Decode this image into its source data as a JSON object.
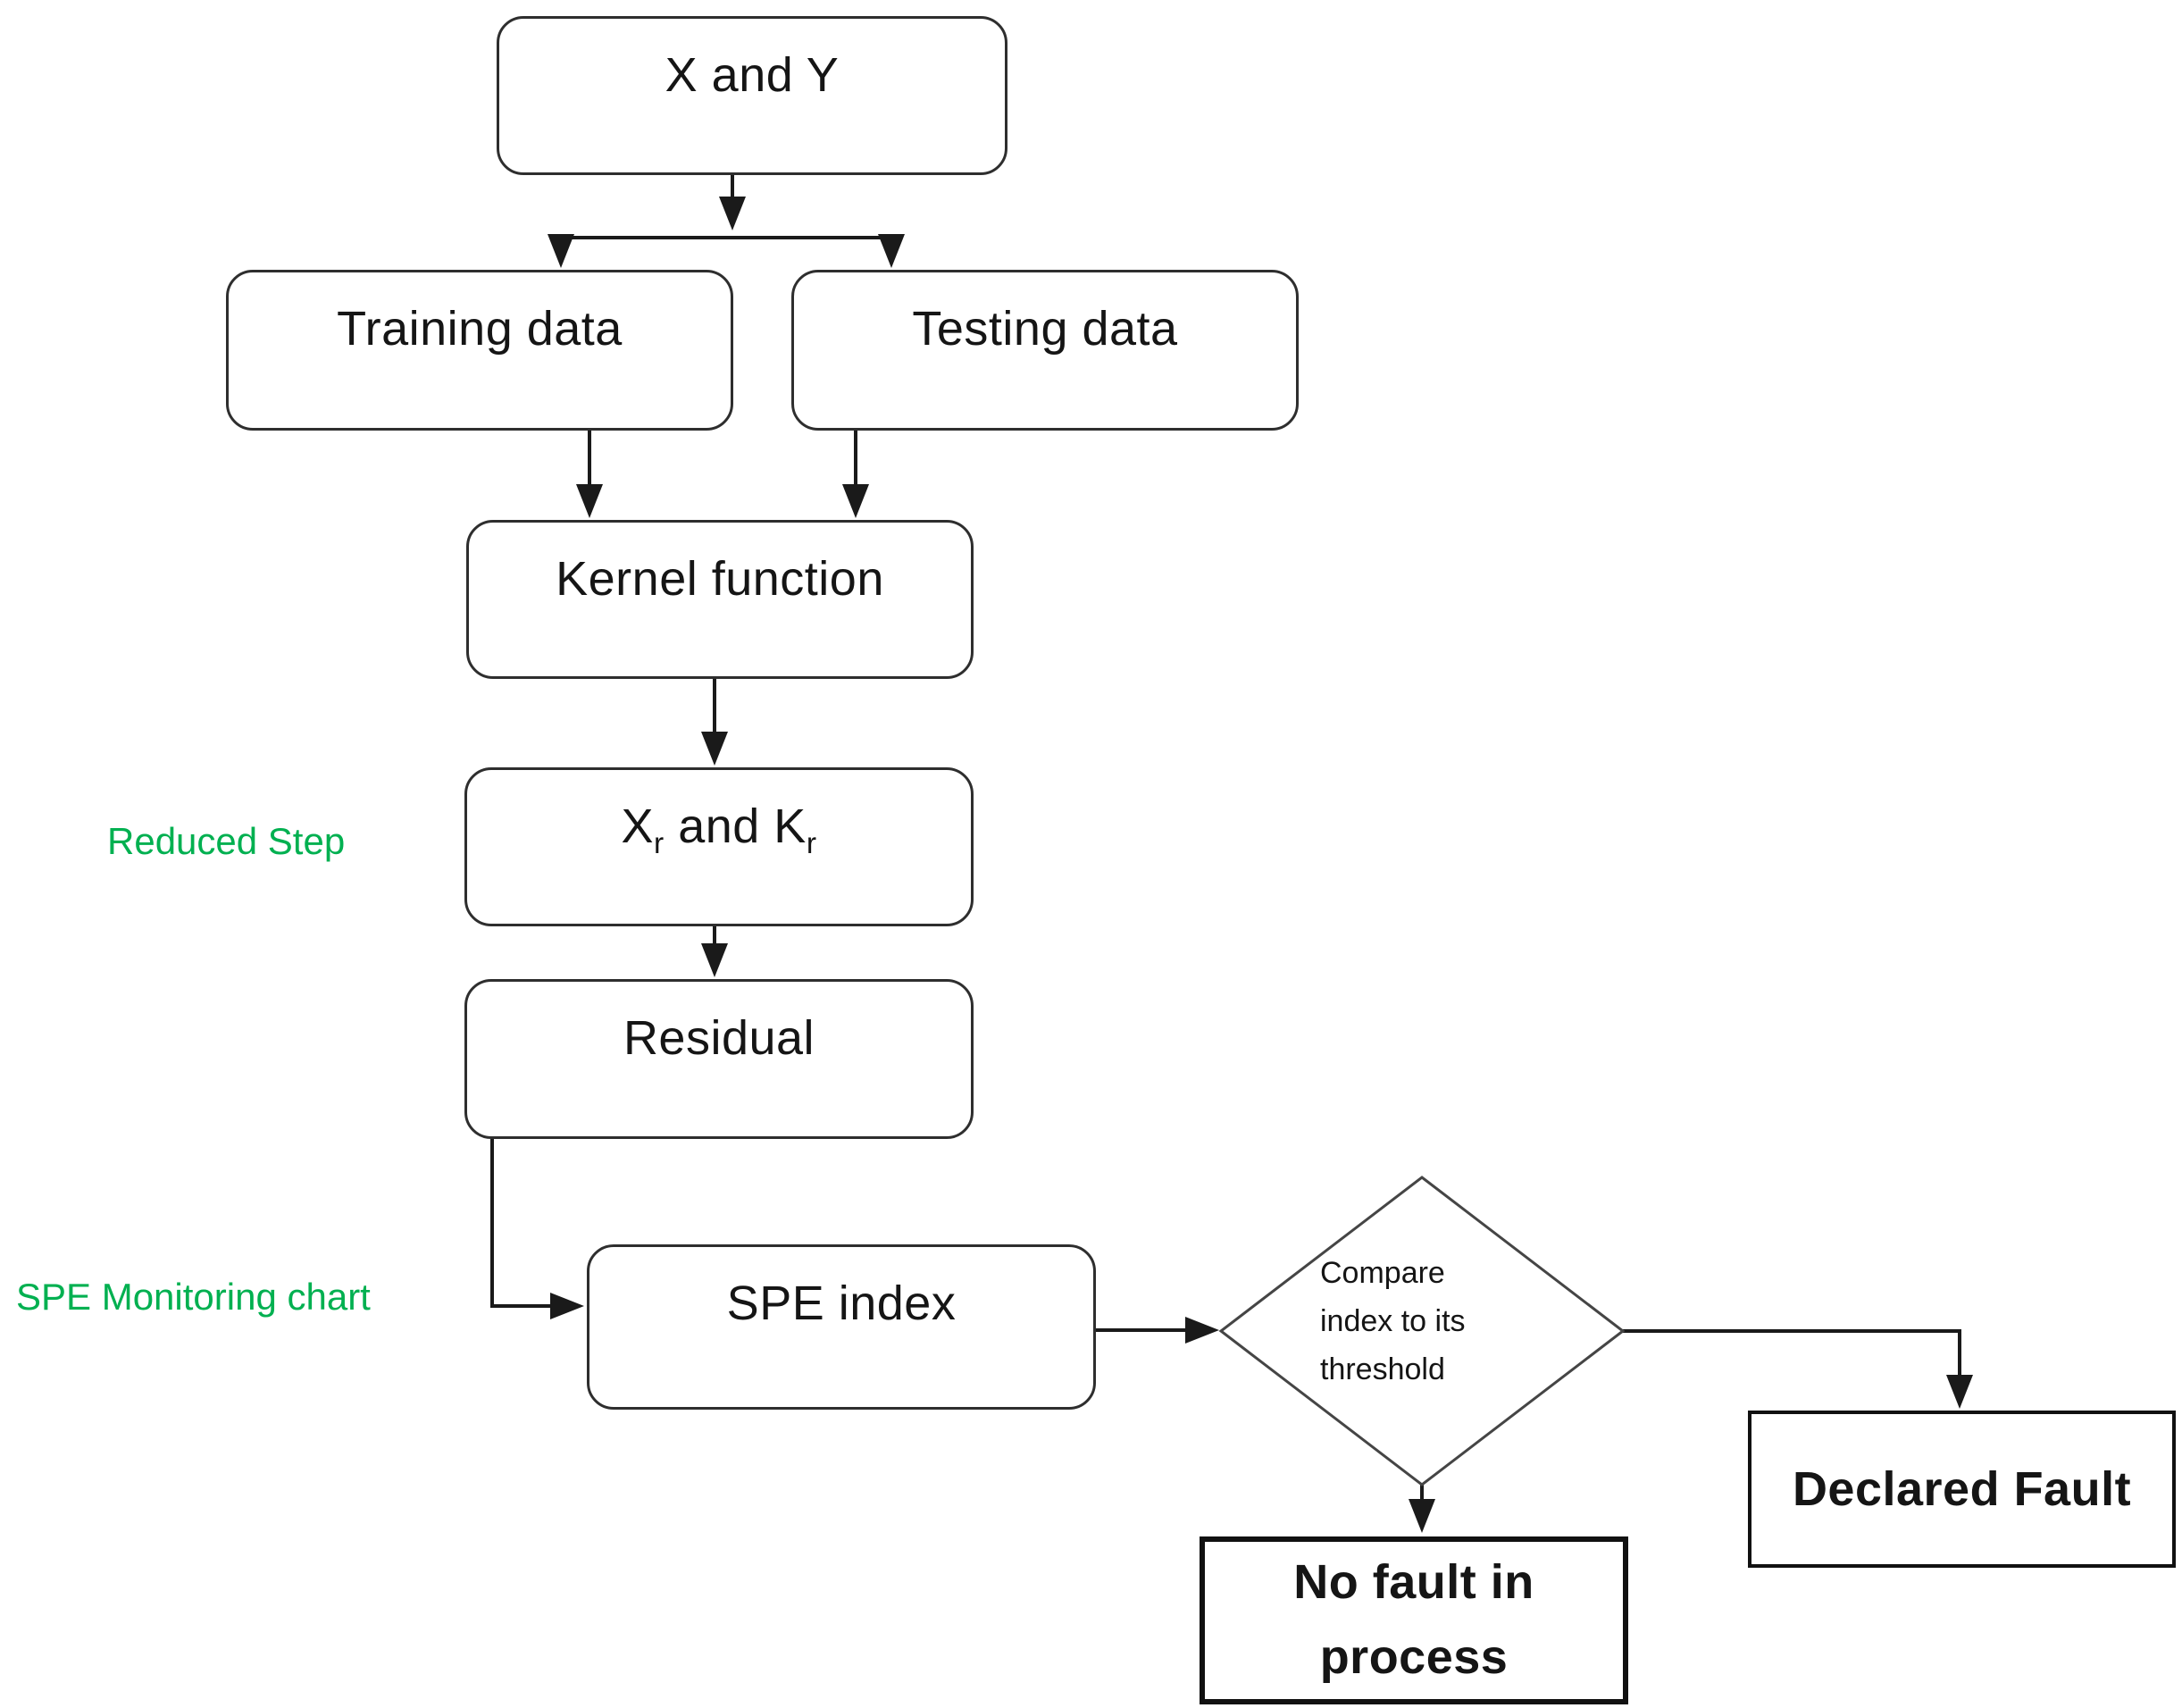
{
  "flowchart": {
    "nodes": {
      "xy": {
        "label": "X and Y"
      },
      "training": {
        "label": "Training data"
      },
      "testing": {
        "label": "Testing data"
      },
      "kernel": {
        "label": "Kernel function"
      },
      "xr": {
        "base1": "X",
        "sub1": "r",
        "mid": " and ",
        "base2": "K",
        "sub2": "r"
      },
      "residual": {
        "label": "Residual"
      },
      "spe": {
        "label": "SPE index"
      },
      "decision": {
        "label": "Compare\nindex to its\nthreshold"
      },
      "declared": {
        "label": "Declared Fault"
      },
      "nofault": {
        "label": "No fault in\nprocess"
      }
    },
    "annotations": {
      "reduced_step": {
        "label": "Reduced Step"
      },
      "spe_monitoring": {
        "label": "SPE Monitoring chart"
      }
    },
    "colors": {
      "annotation_green": "#00B050",
      "node_border": "#2e2e2e",
      "connector": "#1a1a1a",
      "background": "#ffffff",
      "text": "#151515"
    }
  }
}
